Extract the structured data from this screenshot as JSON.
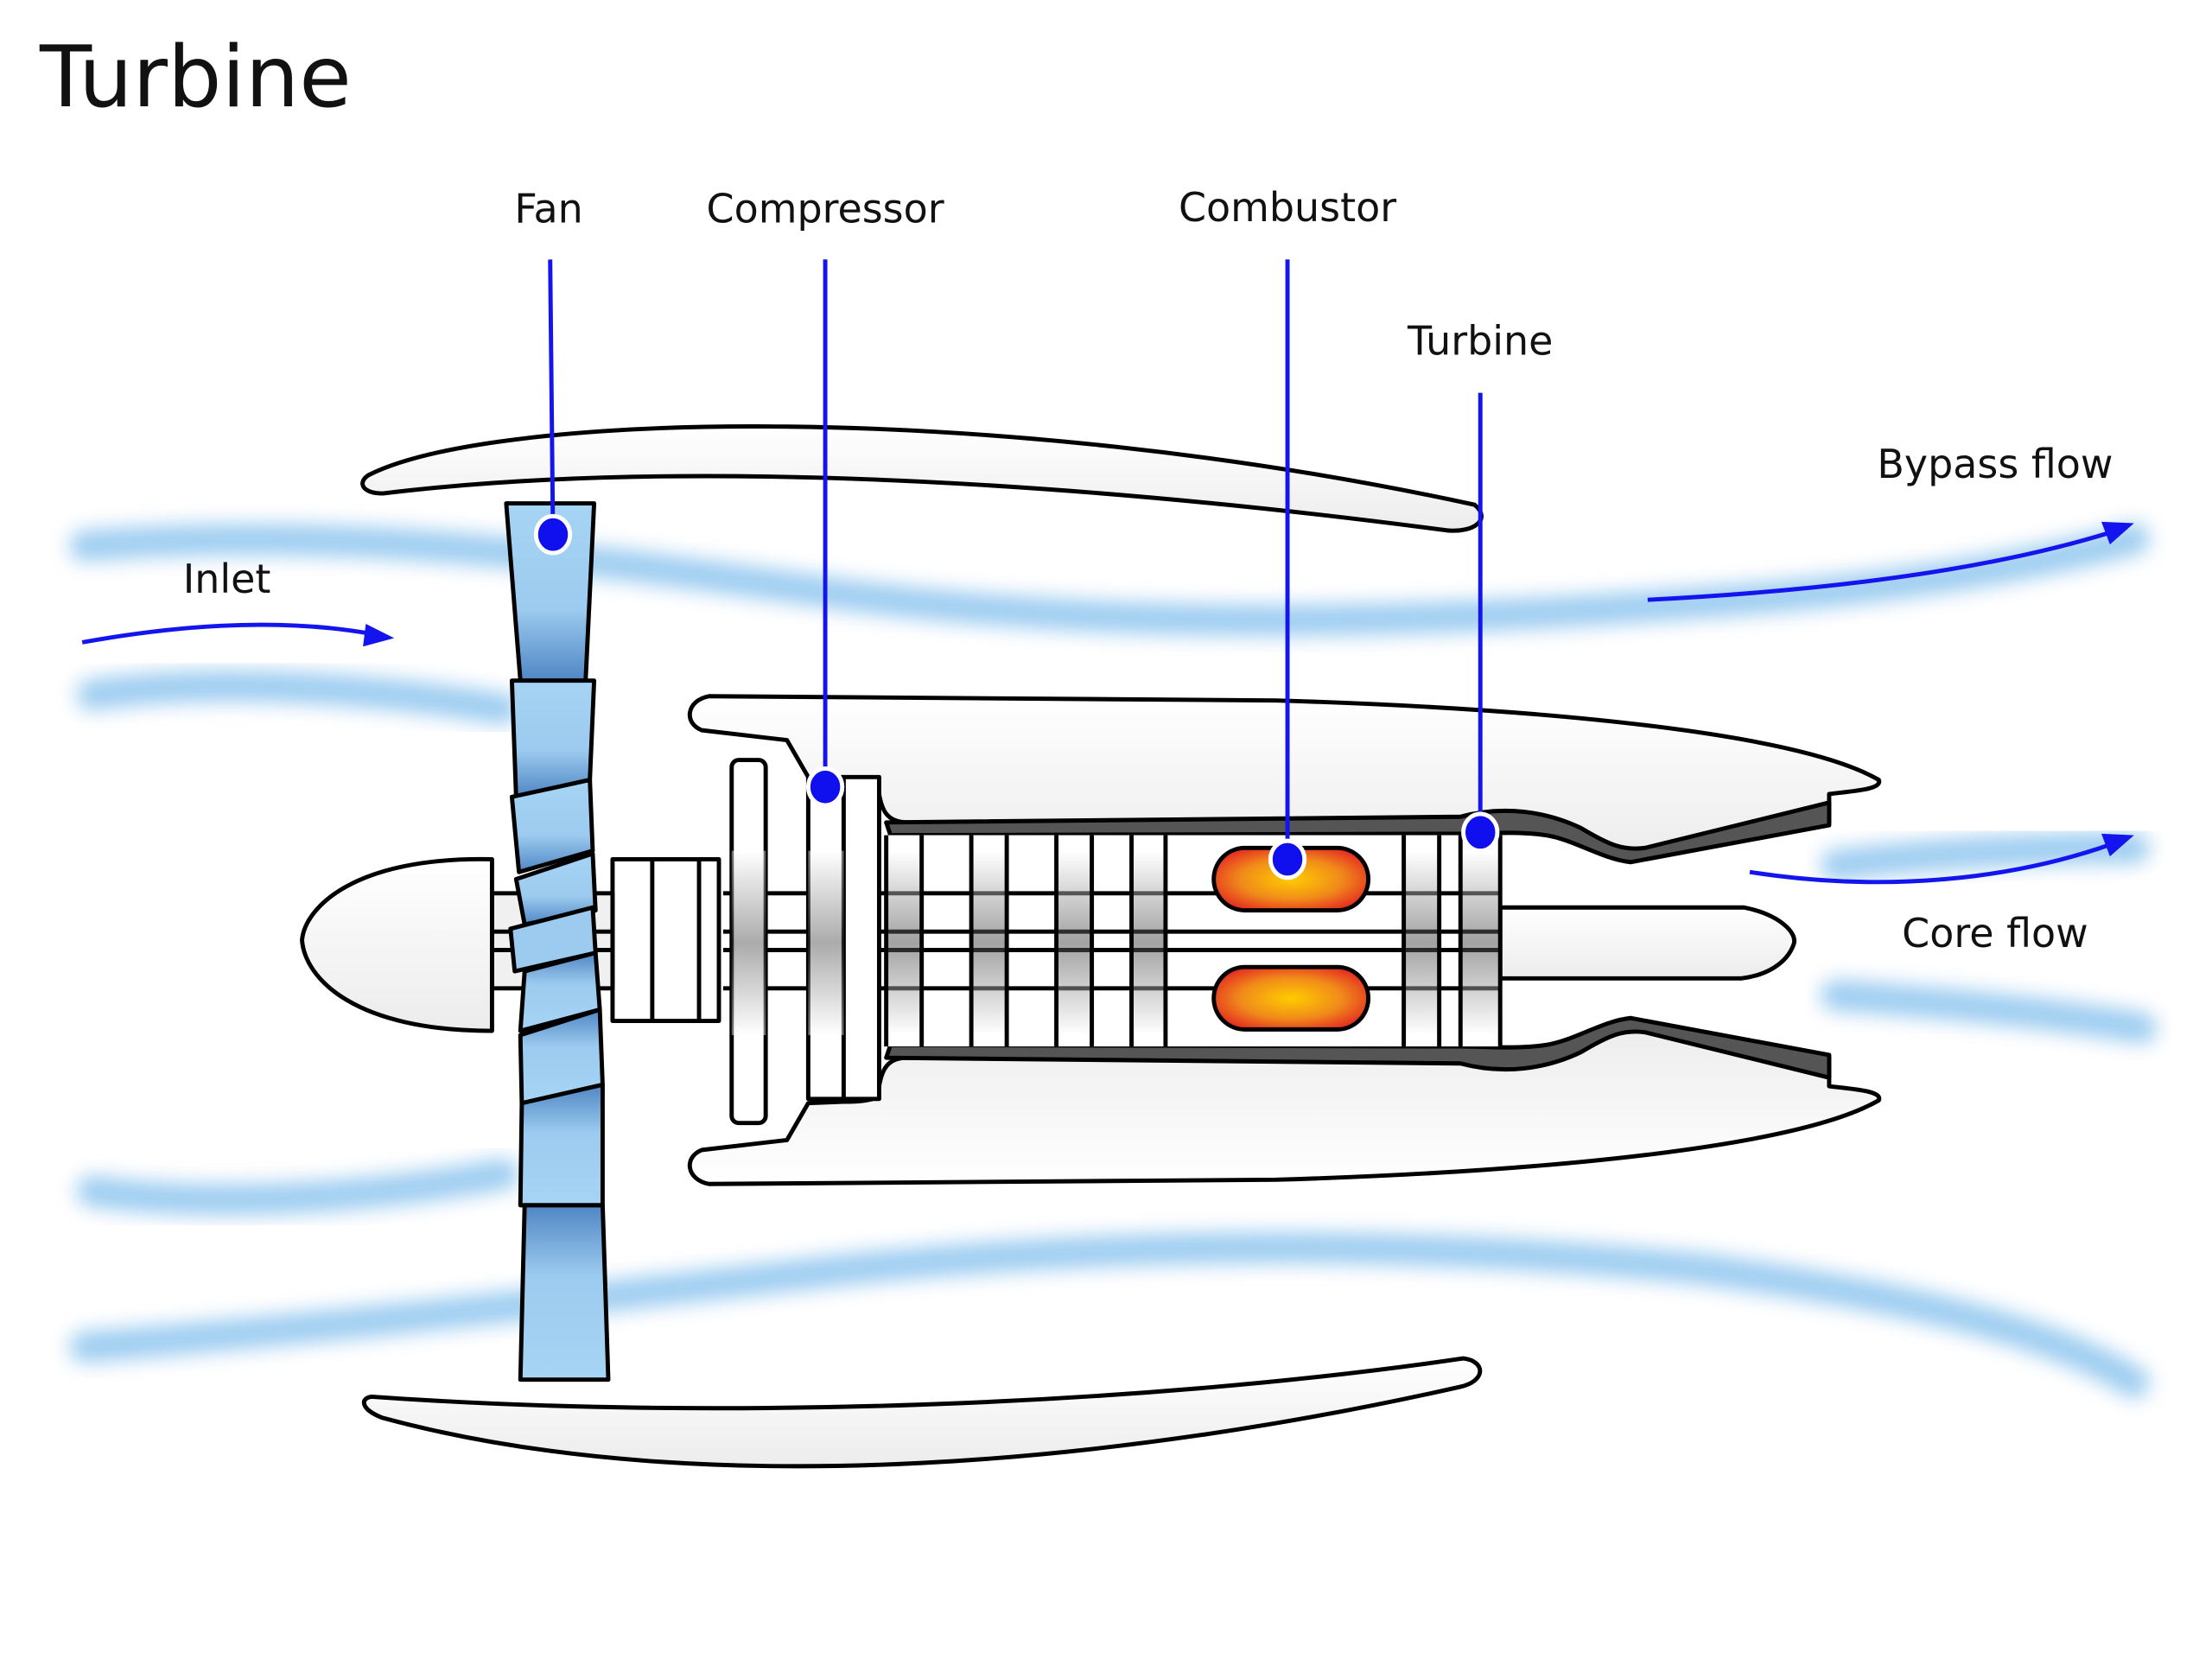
{
  "title": "Turbine",
  "labels": {
    "fan": "Fan",
    "compressor": "Compressor",
    "combustor": "Combustor",
    "turbine": "Turbine",
    "bypass_flow": "Bypass flow",
    "inlet": "Inlet",
    "core_flow": "Core flow"
  },
  "colors": {
    "leader": "#1414ee",
    "flow": "#8cc4ee",
    "fan_blade": "#a6d4f4",
    "liner": "#555555",
    "combustor_hot": "#ffcc00",
    "combustor_edge": "#e32222"
  }
}
